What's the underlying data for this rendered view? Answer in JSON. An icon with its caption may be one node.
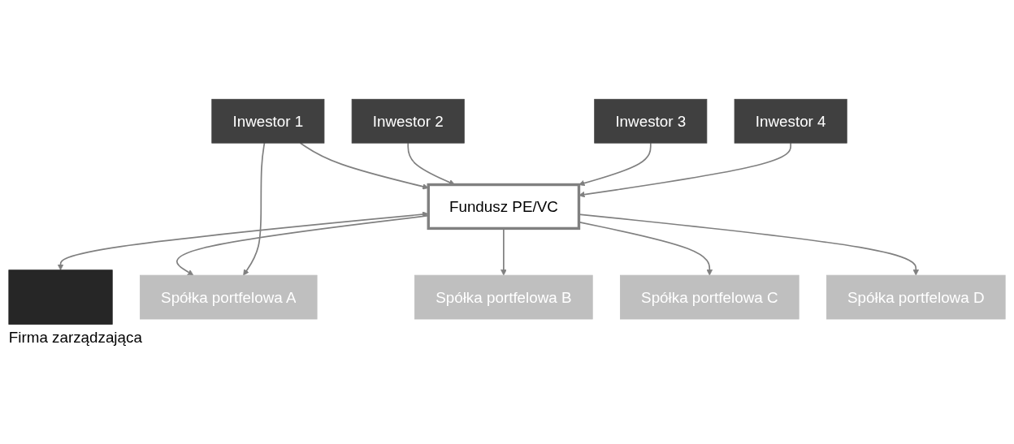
{
  "diagram": {
    "nodes": [
      {
        "text": [
          "Inwestor 1"
        ]
      },
      {
        "text": [
          "Inwestor 2"
        ]
      },
      {
        "text": [
          "Inwestor 3"
        ]
      },
      {
        "text": [
          "Inwestor 4"
        ]
      },
      {
        "text": [
          "Fundusz PE/VC"
        ]
      },
      {
        "text": [],
        "shape": "box",
        "beside": [
          "Firma zarządzająca"
        ]
      },
      {
        "text": [
          "Spółka portfelowa A"
        ]
      },
      {
        "text": [
          "Spółka portfelowa B"
        ]
      },
      {
        "text": [
          "Spółka portfelowa C"
        ]
      },
      {
        "text": [
          "Spółka portfelowa D"
        ]
      }
    ],
    "edges": [
      {
        "from": 0,
        "to": 4,
        "arrow": "to"
      },
      {
        "from": 1,
        "to": 4,
        "arrow": "to"
      },
      {
        "from": 2,
        "to": 4,
        "arrow": "to"
      },
      {
        "from": 3,
        "to": 4,
        "arrow": "to"
      },
      {
        "from": 4,
        "to": 5,
        "arrow": "both"
      },
      {
        "from": 4,
        "to": 6,
        "arrow": "to"
      },
      {
        "from": 4,
        "to": 7,
        "arrow": "to"
      },
      {
        "from": 4,
        "to": 8,
        "arrow": "to"
      },
      {
        "from": 4,
        "to": 9,
        "arrow": "to"
      },
      {
        "from": 0,
        "to": 6,
        "arrow": "to"
      }
    ]
  }
}
